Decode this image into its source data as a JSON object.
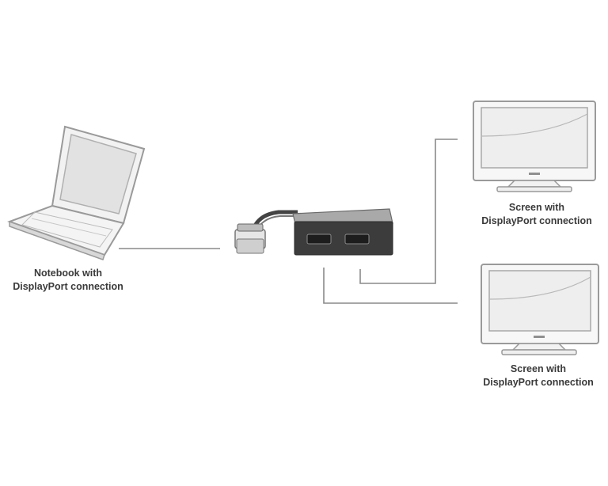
{
  "notebook": {
    "label_line1": "Notebook with",
    "label_line2": "DisplayPort connection",
    "icon": "laptop-icon"
  },
  "splitter": {
    "icon": "displayport-splitter-icon"
  },
  "screens": [
    {
      "label_line1": "Screen with",
      "label_line2": "DisplayPort connection",
      "icon": "monitor-icon"
    },
    {
      "label_line1": "Screen with",
      "label_line2": "DisplayPort connection",
      "icon": "monitor-icon"
    }
  ],
  "colors": {
    "line": "#8a8a8a",
    "device_body": "#3c3c3c",
    "outline": "#9a9a9a",
    "text": "#3a3a3a"
  }
}
